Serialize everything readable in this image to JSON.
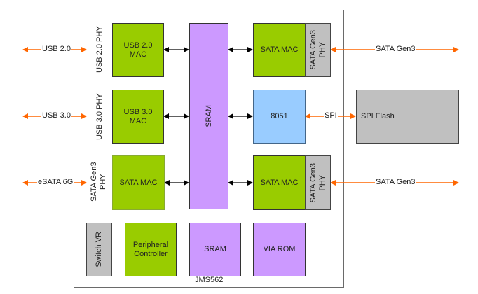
{
  "chip": {
    "name": "JMS562"
  },
  "colors": {
    "mac": "#99cc00",
    "memory": "#cc99ff",
    "cpu": "#99ccff",
    "phy": "#c0c0c0",
    "external_link": "#ff6600",
    "internal_link": "#000000"
  },
  "external_ports": {
    "usb2": "USB 2.0",
    "usb3": "USB 3.0",
    "esata": "eSATA 6G",
    "sata_top": "SATA Gen3",
    "sata_bottom": "SATA Gen3",
    "spi": "SPI"
  },
  "phy_labels": {
    "usb2": "USB 2.0 PHY",
    "usb3": "USB 3.0 PHY",
    "esata_line1": "SATA Gen3",
    "esata_line2": "PHY",
    "sata_top_line1": "SATA Gen3",
    "sata_top_line2": "PHY",
    "sata_bottom_line1": "SATA Gen3",
    "sata_bottom_line2": "PHY"
  },
  "blocks": {
    "usb2_mac_line1": "USB 2.0",
    "usb2_mac_line2": "MAC",
    "usb3_mac_line1": "USB 3.0",
    "usb3_mac_line2": "MAC",
    "sata_mac_left": "SATA MAC",
    "sram_main": "SRAM",
    "sata_mac_top": "SATA MAC",
    "cpu_8051": "8051",
    "sata_mac_bottom": "SATA MAC",
    "spi_flash": "SPI Flash",
    "switch_vr": "Switch VR",
    "peripheral_line1": "Peripheral",
    "peripheral_line2": "Controller",
    "sram_small": "SRAM",
    "via_rom": "VIA ROM"
  }
}
